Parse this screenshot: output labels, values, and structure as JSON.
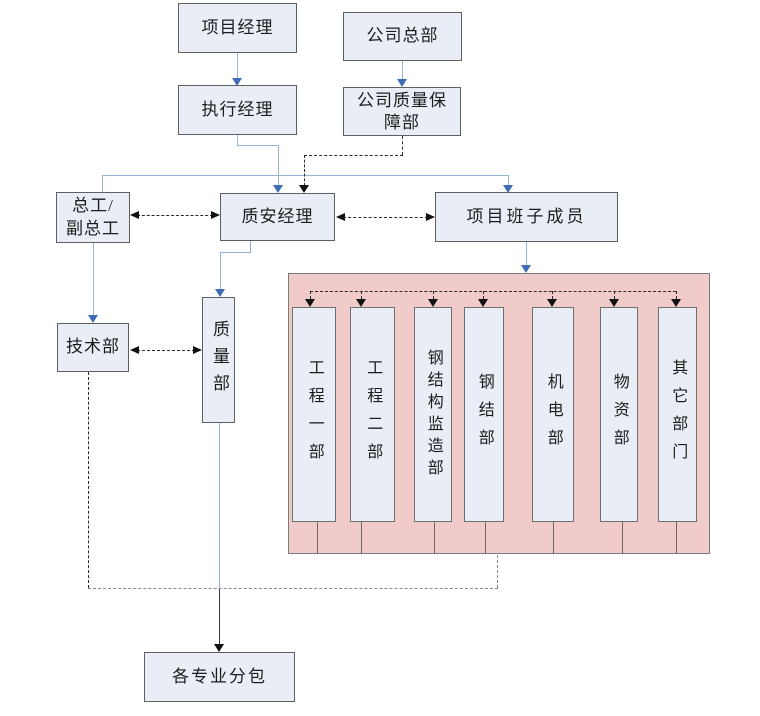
{
  "diagram": {
    "title_hint": "project quality assurance organization chart",
    "nodes": {
      "project_manager": "项目经理",
      "company_hq": "公司总部",
      "executive_manager": "执行经理",
      "company_qa_dept": "公司质量保\n障部",
      "chief_engineer": "总工/\n副总工",
      "qa_manager": "质安经理",
      "project_team": "项目班子成员",
      "tech_dept": "技术部",
      "quality_dept": "质量部",
      "subcontractors": "各专业分包"
    },
    "departments": [
      "工程一部",
      "工程二部",
      "钢结构监造部",
      "钢结部",
      "机电部",
      "物资部",
      "其它部门"
    ],
    "colors": {
      "node_fill": "#e9eef6",
      "node_border": "#5f5f5f",
      "container_fill": "#f0cbca",
      "blue_line": "#95b3d7",
      "blue_arrow": "#3e6cb5",
      "dashed_line": "#2a2a2a"
    }
  }
}
